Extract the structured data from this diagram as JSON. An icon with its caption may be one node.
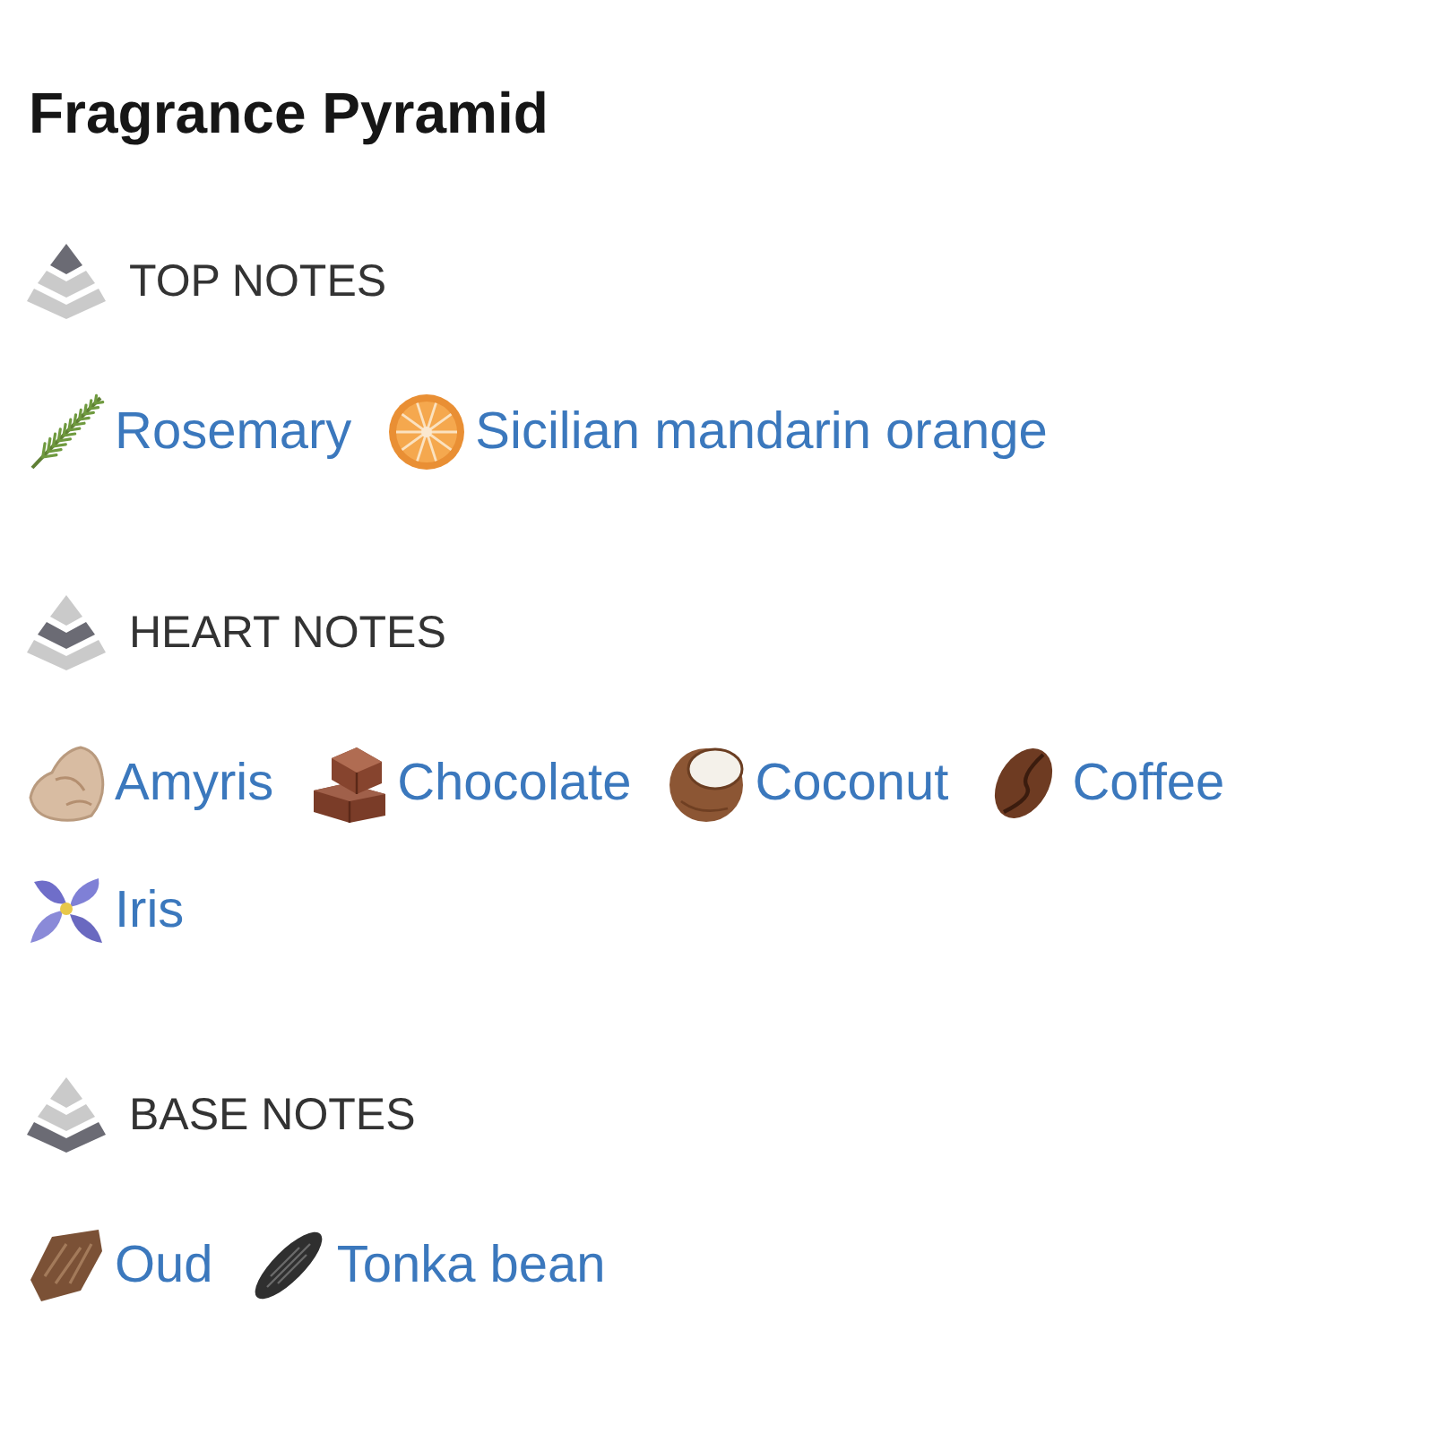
{
  "diagram": {
    "title": "Fragrance Pyramid",
    "labels": [
      "TOP NOTES",
      "Rosemary",
      "Sicilian mandarin orange",
      "HEART NOTES",
      "Amyris",
      "Chocolate",
      "Coconut",
      "Coffee",
      "Iris",
      "BASE NOTES",
      "Oud",
      "Tonka bean"
    ]
  }
}
